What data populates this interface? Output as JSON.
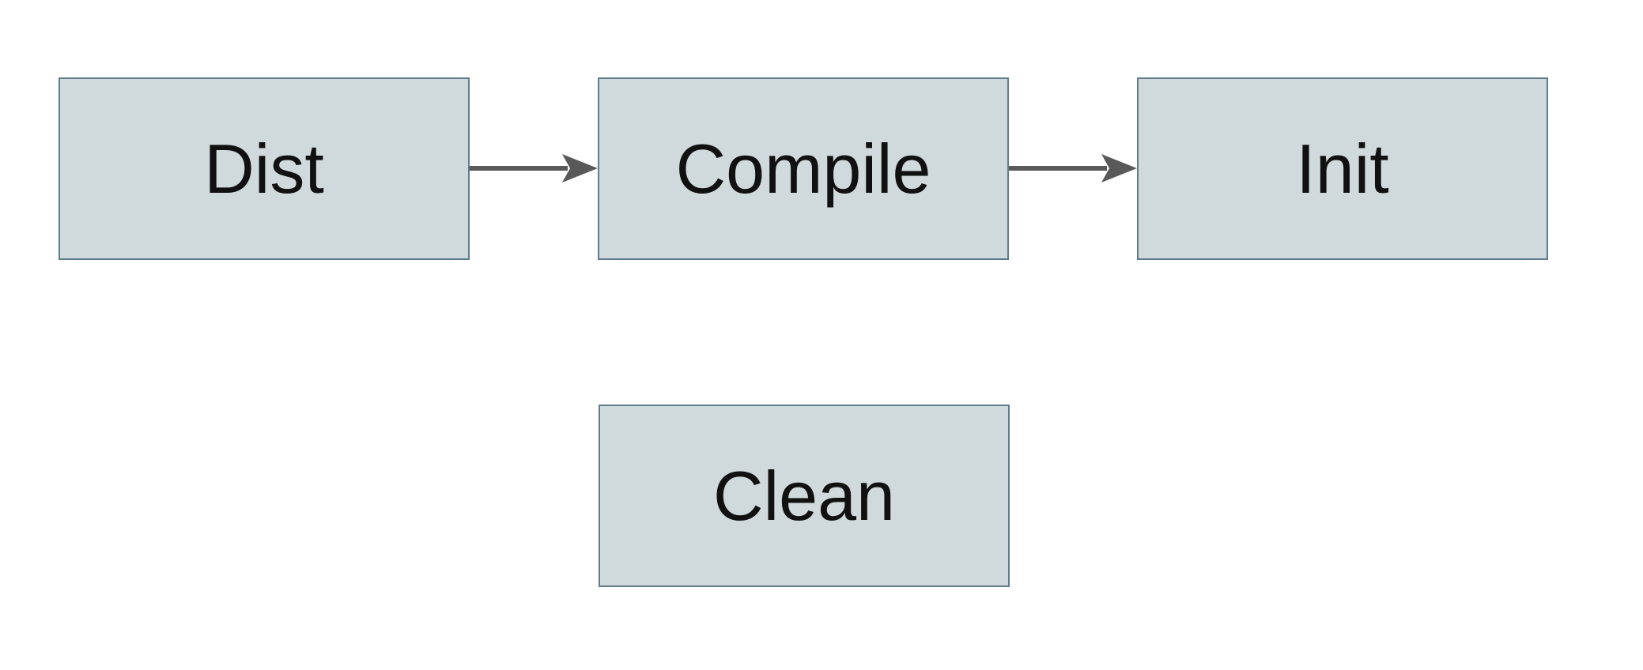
{
  "diagram": {
    "nodes": [
      {
        "id": "dist",
        "label": "Dist"
      },
      {
        "id": "compile",
        "label": "Compile"
      },
      {
        "id": "init",
        "label": "Init"
      },
      {
        "id": "clean",
        "label": "Clean"
      }
    ],
    "edges": [
      {
        "from": "Dist",
        "to": "Compile"
      },
      {
        "from": "Compile",
        "to": "Init"
      }
    ]
  },
  "colors": {
    "node_fill": "#d0d9db",
    "node_border": "#5f7c8a",
    "arrow": "#595959",
    "text": "#111111",
    "background": "#ffffff"
  }
}
